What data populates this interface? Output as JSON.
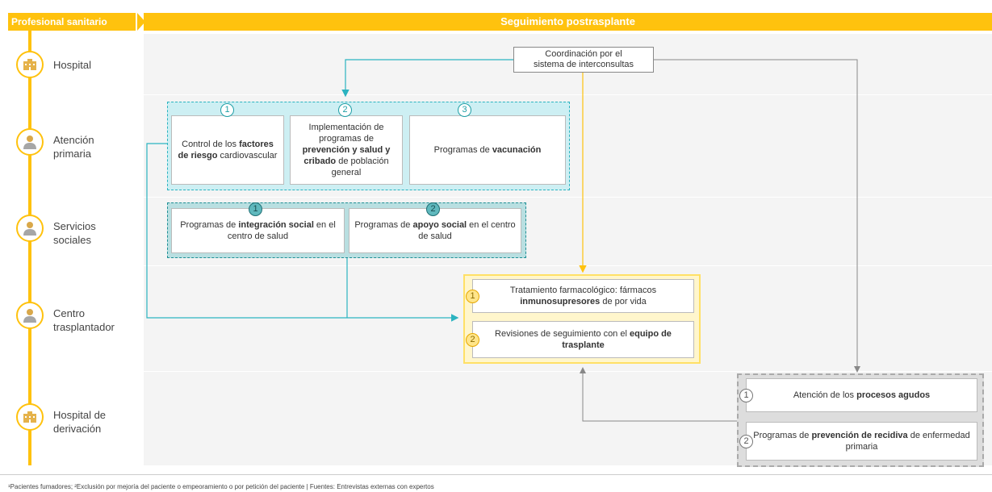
{
  "header": {
    "left_label": "Profesional sanitario",
    "right_label": "Seguimiento postrasplante"
  },
  "lanes": [
    {
      "label_lines": [
        "Hospital"
      ],
      "icon": "hospital-building-icon"
    },
    {
      "label_lines": [
        "Atención",
        "primaria"
      ],
      "icon": "doctor-person-icon"
    },
    {
      "label_lines": [
        "Servicios",
        "sociales"
      ],
      "icon": "doctor-person-icon"
    },
    {
      "label_lines": [
        "Centro",
        "trasplantador"
      ],
      "icon": "doctor-person-icon"
    },
    {
      "label_lines": [
        "Hospital de",
        "derivación"
      ],
      "icon": "hospital-building-icon"
    }
  ],
  "coordination": {
    "line1": "Coordinación por el",
    "line2": "sistema de interconsultas"
  },
  "primary_care": {
    "items": [
      {
        "num": "1",
        "parts": [
          [
            "Control de los ",
            false
          ],
          [
            "factores de riesgo",
            true
          ],
          [
            " cardiovascular",
            false
          ]
        ]
      },
      {
        "num": "2",
        "parts": [
          [
            "Implementación de programas de ",
            false
          ],
          [
            "prevención y salud y cribado",
            true
          ],
          [
            " de población general",
            false
          ]
        ]
      },
      {
        "num": "3",
        "parts": [
          [
            "Programas de ",
            false
          ],
          [
            "vacunación",
            true
          ]
        ]
      }
    ]
  },
  "social_services": {
    "items": [
      {
        "num": "1",
        "parts": [
          [
            "Programas de ",
            false
          ],
          [
            "integración social",
            true
          ],
          [
            " en el centro de salud",
            false
          ]
        ]
      },
      {
        "num": "2",
        "parts": [
          [
            "Programas de ",
            false
          ],
          [
            "apoyo social",
            true
          ],
          [
            " en el centro de salud",
            false
          ]
        ]
      }
    ]
  },
  "transplant_center": {
    "items": [
      {
        "num": "1",
        "parts": [
          [
            "Tratamiento farmacológico: fármacos ",
            false
          ],
          [
            "inmunosupresores",
            true
          ],
          [
            " de por vida",
            false
          ]
        ]
      },
      {
        "num": "2",
        "parts": [
          [
            "Revisiones de seguimiento con el ",
            false
          ],
          [
            "equipo de trasplante",
            true
          ]
        ]
      }
    ]
  },
  "referral_hospital": {
    "items": [
      {
        "num": "1",
        "parts": [
          [
            "Atención de los ",
            false
          ],
          [
            "procesos agudos",
            true
          ]
        ]
      },
      {
        "num": "2",
        "parts": [
          [
            "Programas de ",
            false
          ],
          [
            "prevención de recidiva",
            true
          ],
          [
            " de enfermedad primaria",
            false
          ]
        ]
      }
    ]
  },
  "footnote": "¹Pacientes fumadores; ²Exclusión por mejoría del paciente o empeoramiento o por petición del paciente | Fuentes: Entrevistas externas con expertos",
  "colors": {
    "yellow": "#ffc20e",
    "teal": "#2bb3c0",
    "teal_dark": "#1f8f95",
    "grey_line": "#888888",
    "lane_bg": "#f4f4f4"
  }
}
